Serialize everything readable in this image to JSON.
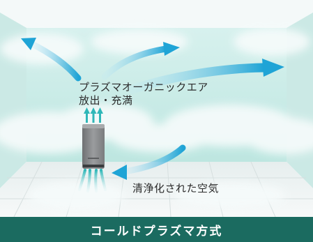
{
  "labels": {
    "emission_line1": "プラズマオーガニックエア",
    "emission_line2": "放出・充満",
    "clean_air": "清浄化された空気"
  },
  "footer": {
    "title": "コールドプラズマ方式"
  },
  "colors": {
    "wall": "#c7ebe5",
    "floor": "#eef3f3",
    "cloud": "#f4f8f8",
    "arrow": "#2eaed6",
    "device": "#8d8f91",
    "footer": "#1b6b60"
  },
  "icons": {
    "airflow": "airflow-arrow-icon",
    "device": "plasma-device-icon"
  }
}
